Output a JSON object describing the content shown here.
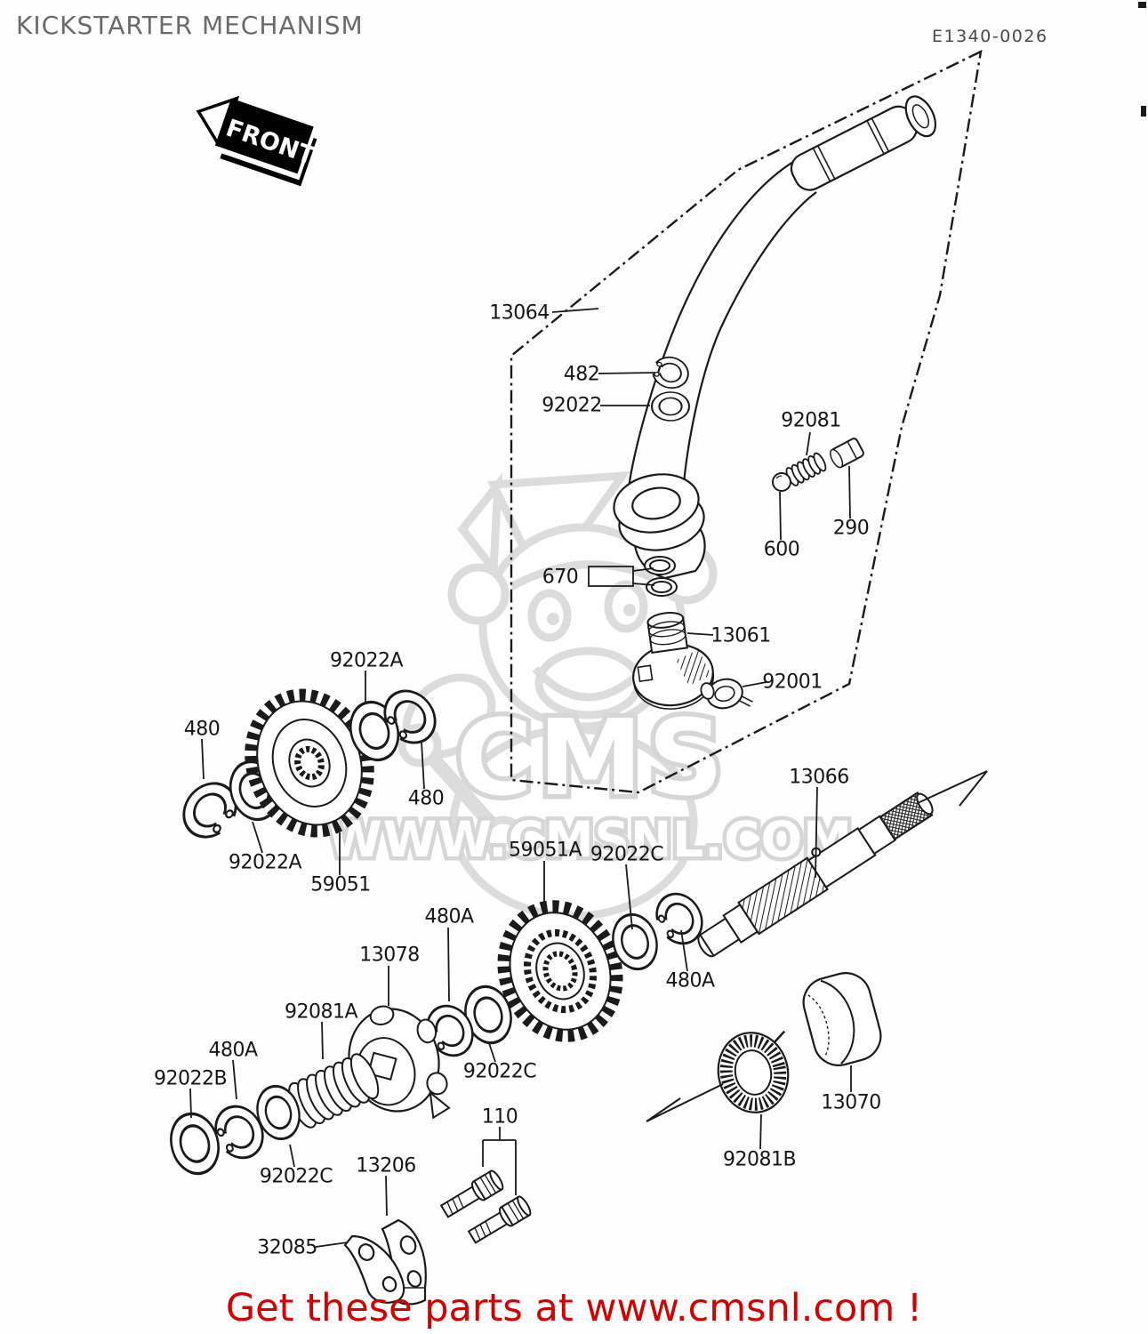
{
  "header": {
    "title": "KICKSTARTER MECHANISM",
    "diagram_code": "E1340-0026"
  },
  "front_arrow": {
    "label": "FRONT"
  },
  "watermark": {
    "logo_text": "CMS",
    "site_text": "WWW.CMSNL.COM"
  },
  "footer": {
    "promo_text": "Get these parts at www.cmsnl.com !"
  },
  "colors": {
    "line": "#1a1a1a",
    "title_gray": "#6a6a6a",
    "watermark_gray": "#d9d9d9",
    "promo_red": "#d40000"
  },
  "callouts": [
    {
      "label": "13064"
    },
    {
      "label": "482"
    },
    {
      "label": "92022"
    },
    {
      "label": "92081"
    },
    {
      "label": "290"
    },
    {
      "label": "600"
    },
    {
      "label": "670"
    },
    {
      "label": "13061"
    },
    {
      "label": "92001"
    },
    {
      "label": "92022A"
    },
    {
      "label": "480"
    },
    {
      "label": "92022A"
    },
    {
      "label": "59051"
    },
    {
      "label": "480"
    },
    {
      "label": "59051A"
    },
    {
      "label": "92022C"
    },
    {
      "label": "13066"
    },
    {
      "label": "480A"
    },
    {
      "label": "480A"
    },
    {
      "label": "13078"
    },
    {
      "label": "92081A"
    },
    {
      "label": "480A"
    },
    {
      "label": "92022B"
    },
    {
      "label": "92022C"
    },
    {
      "label": "110"
    },
    {
      "label": "13206"
    },
    {
      "label": "92022C"
    },
    {
      "label": "32085"
    },
    {
      "label": "92081B"
    },
    {
      "label": "13070"
    }
  ]
}
